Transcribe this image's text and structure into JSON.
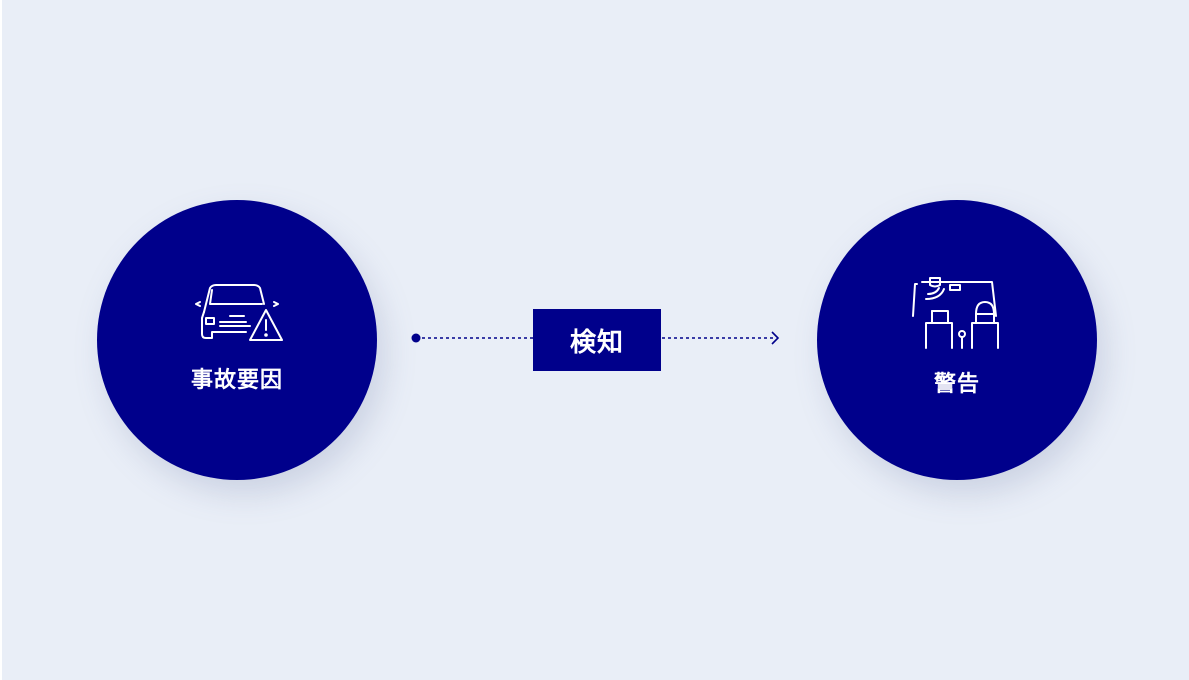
{
  "nodes": [
    {
      "label": "事故要因",
      "icon": "car-warning-icon"
    },
    {
      "label": "警告",
      "icon": "vehicle-interior-driver-alert-icon"
    }
  ],
  "edge": {
    "label": "検知",
    "icon": "dotted-arrow-icon"
  },
  "colors": {
    "navy": "#00008b",
    "background": "#e9eef7"
  }
}
